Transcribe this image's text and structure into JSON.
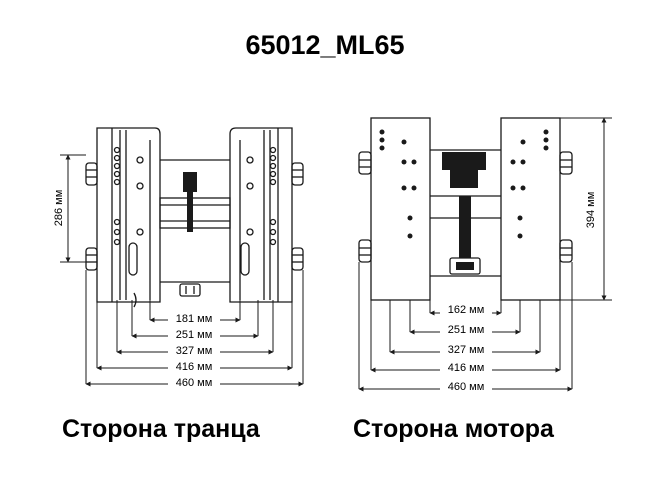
{
  "title": "65012_ML65",
  "left_view": {
    "caption": "Сторона транца",
    "height_label": "286 мм",
    "widths": [
      "181 мм",
      "251 мм",
      "327 мм",
      "416 мм",
      "460 мм"
    ]
  },
  "right_view": {
    "caption": "Сторона мотора",
    "height_label": "394 мм",
    "widths": [
      "162 мм",
      "251 мм",
      "327 мм",
      "416 мм",
      "460 мм"
    ]
  },
  "colors": {
    "line": "#1a1a1a",
    "background": "#ffffff"
  }
}
